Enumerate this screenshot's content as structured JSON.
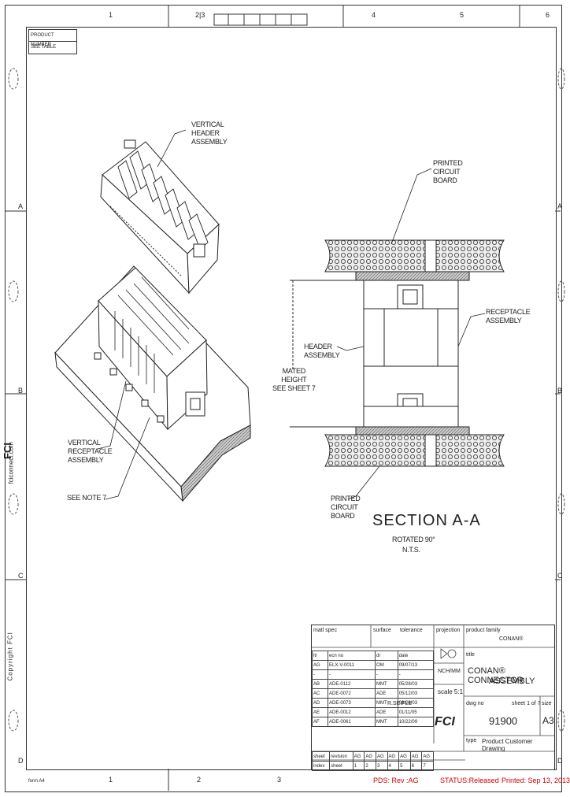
{
  "border": {
    "top_numbers": [
      "1",
      "2",
      "3",
      "4",
      "5",
      "6"
    ],
    "bottom_numbers": [
      "1",
      "2",
      "3"
    ],
    "left_letters": [
      "A",
      "B",
      "C",
      "D"
    ],
    "right_letters": [
      "A",
      "B",
      "C",
      "D"
    ],
    "top_zone_label": "2|3",
    "bottom_left_label": "form A4"
  },
  "product_box": {
    "line1": "PRODUCT NUMBER",
    "line2": "SEE TABLE"
  },
  "labels": {
    "vertical_header": "VERTICAL\nHEADER\nASSEMBLY",
    "printed_circuit_top": "PRINTED\nCIRCUIT\nBOARD",
    "receptacle_assembly": "RECEPTACLE\nASSEMBLY",
    "header_assembly": "HEADER\nASSEMBLY",
    "mated_height": "MATED\nHEIGHT\nSEE SHEET 7",
    "vertical_receptacle": "VERTICAL\nRECEPTACLE\nASSEMBLY",
    "see_note": "SEE NOTE 7",
    "printed_circuit_bottom": "PRINTED\nCIRCUIT\nBOARD",
    "section_title": "SECTION A-A",
    "rotated": "ROTATED 90°",
    "nts": "N.T.S."
  },
  "side_text": {
    "website": "fciconnect.com",
    "copyright": "Copyright FCI",
    "logo": "FCI"
  },
  "title_block": {
    "matl_spec": "matl spec",
    "surface": "surface",
    "tolerance": "tolerance",
    "projection": "projection",
    "product_family": "product family",
    "family_value": "CONAN®",
    "title_label": "title",
    "title_line1": "CONAN® CONNECTOR",
    "title_line2": "ASSEMBLY",
    "drawn": "NCH/MM",
    "scale": "scale 5:1",
    "dwg_no_label": "dwg no",
    "sheet_of": "sheet 1 of 7",
    "size_label": "size",
    "dwg_no": "91900",
    "size": "A3",
    "type_label": "type",
    "type_value": "Product Customer Drawing",
    "checked": "R.SEIFLE",
    "rev_labels": [
      "ltr",
      "ecn no",
      "dr",
      "date"
    ],
    "rev_rows": [
      [
        "AG",
        "ELX-V-0011",
        "OM",
        "09/07/13"
      ],
      [
        "-",
        "-",
        "-",
        "-"
      ],
      [
        "AB",
        "ADE-0112",
        "MMT",
        "05/28/03"
      ],
      [
        "AC",
        "ADE-0072",
        "ADE",
        "05/12/03"
      ],
      [
        "AD",
        "ADE-0073",
        "MMT",
        "08/26/03"
      ],
      [
        "AE",
        "ADE-0012",
        "ADE",
        "01/11/05"
      ],
      [
        "AF",
        "ADE-0061",
        "MMT",
        "10/22/09"
      ]
    ],
    "sheet_row": [
      "sheet",
      "revision",
      "AG",
      "AG",
      "AG",
      "AG",
      "AG",
      "AG",
      "AG"
    ],
    "index_row": [
      "index",
      "sheet",
      "1",
      "2",
      "3",
      "4",
      "5",
      "6",
      "7"
    ]
  },
  "status_bar": {
    "pds": "PDS: Rev :AG",
    "status": "STATUS:Released",
    "printed": "Printed: Sep 13, 2013"
  }
}
